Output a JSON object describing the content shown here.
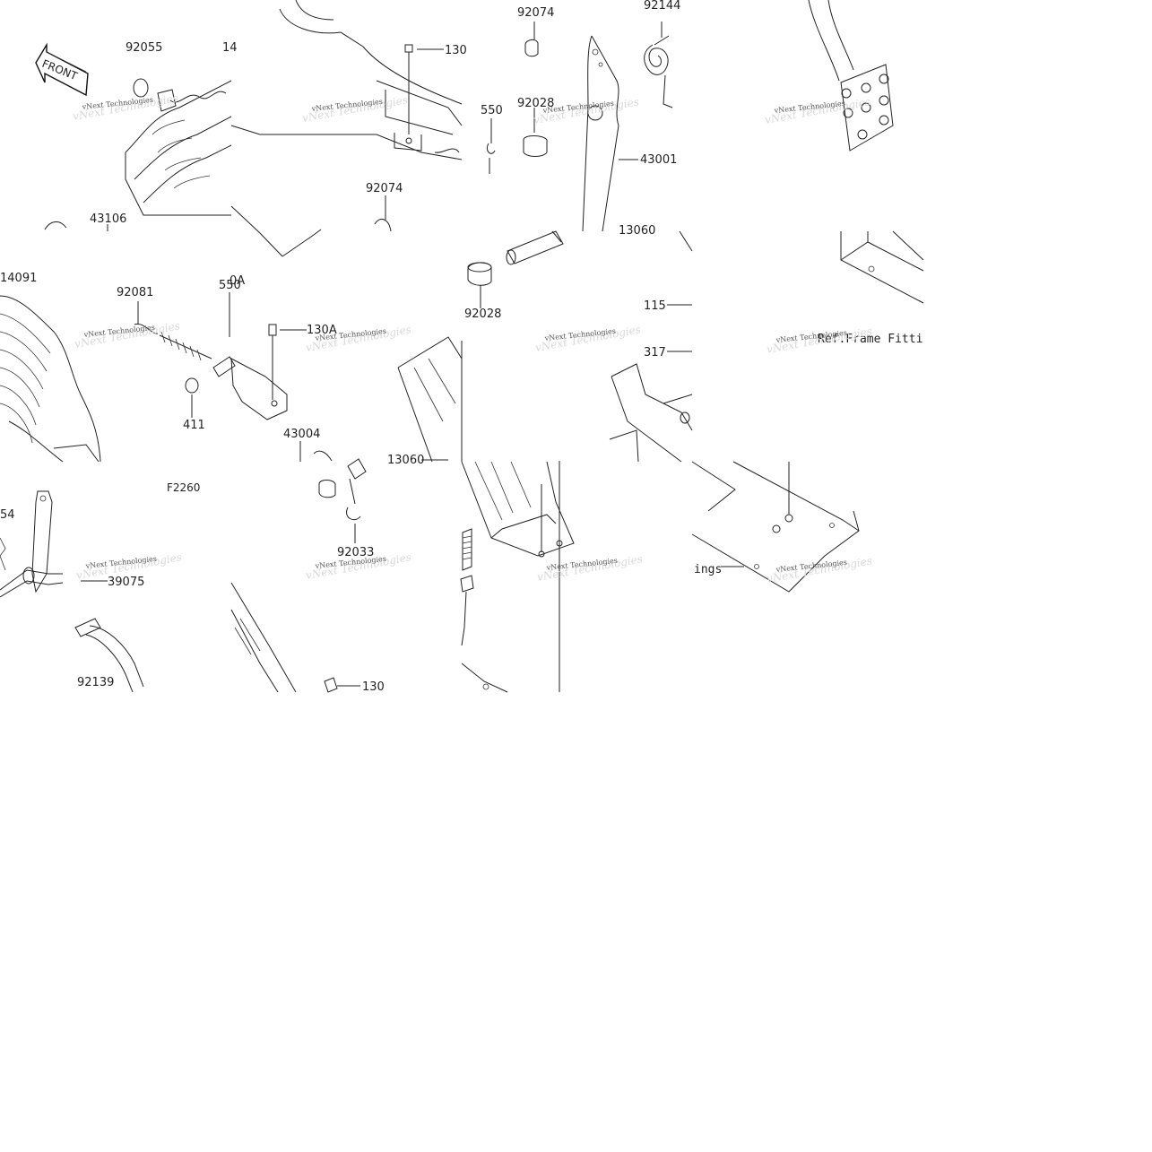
{
  "figure": {
    "code": "F2260",
    "front_indicator": "FRONT",
    "watermark": "vNext Technologies",
    "reference_text": "Ref.Frame Fittings"
  },
  "part_numbers": {
    "p92055": "92055",
    "p43106": "43106",
    "p14091": "14091",
    "p92081": "92081",
    "p411": "411",
    "p550a": "550",
    "p130a_top": "130",
    "p130a_mid": "130A",
    "p43004": "43004",
    "p92033": "92033",
    "p130_bottom": "130",
    "p92074_a": "92074",
    "p92074_b": "92074",
    "p92144": "92144",
    "p550b": "550",
    "p92028_a": "92028",
    "p92028_b": "92028",
    "p43001": "43001",
    "p13060_a": "13060",
    "p13060_b": "13060",
    "p115": "115",
    "p317": "317",
    "p39075": "39075",
    "p92139": "92139",
    "p92154": "54",
    "p14_partial": "14",
    "p0a_partial": "0A"
  }
}
